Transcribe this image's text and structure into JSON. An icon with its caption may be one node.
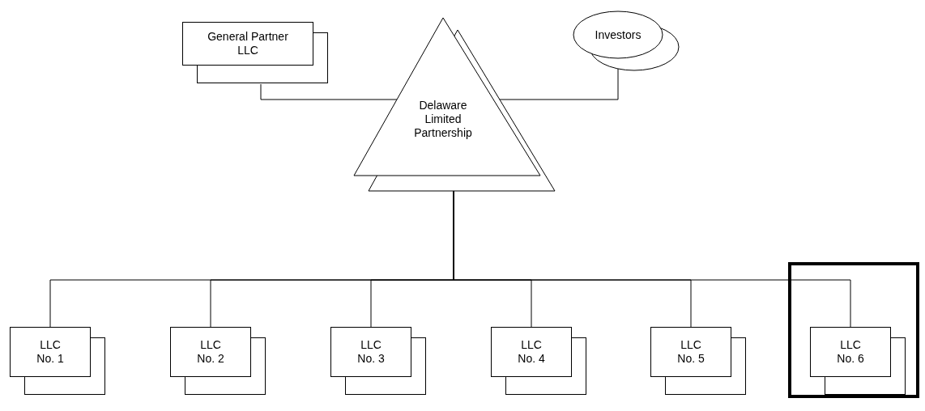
{
  "diagram": {
    "nodes": [
      {
        "text": [
          "General Partner LLC"
        ]
      },
      {
        "text": [
          "Delaware Limited Partnership"
        ]
      },
      {
        "text": [
          "Investors"
        ]
      },
      {
        "text": [
          "LLC No. 1"
        ]
      },
      {
        "text": [
          "LLC No. 2"
        ]
      },
      {
        "text": [
          "LLC No. 3"
        ]
      },
      {
        "text": [
          "LLC No. 4"
        ]
      },
      {
        "text": [
          "LLC No. 5"
        ]
      },
      {
        "text": [],
        "shape": "box"
      },
      {
        "text": [
          "LLC No. 6"
        ],
        "in": 8
      }
    ],
    "edges": [
      {
        "from": 0,
        "to": 1,
        "arrow": "none"
      },
      {
        "from": 2,
        "to": 1,
        "arrow": "none"
      },
      {
        "from": 1,
        "to": 3,
        "arrow": "none"
      },
      {
        "from": 1,
        "to": 4,
        "arrow": "none"
      },
      {
        "from": 1,
        "to": 5,
        "arrow": "none"
      },
      {
        "from": 1,
        "to": 6,
        "arrow": "none"
      },
      {
        "from": 1,
        "to": 7,
        "arrow": "none"
      },
      {
        "from": 1,
        "to": 9,
        "arrow": "none"
      }
    ]
  }
}
